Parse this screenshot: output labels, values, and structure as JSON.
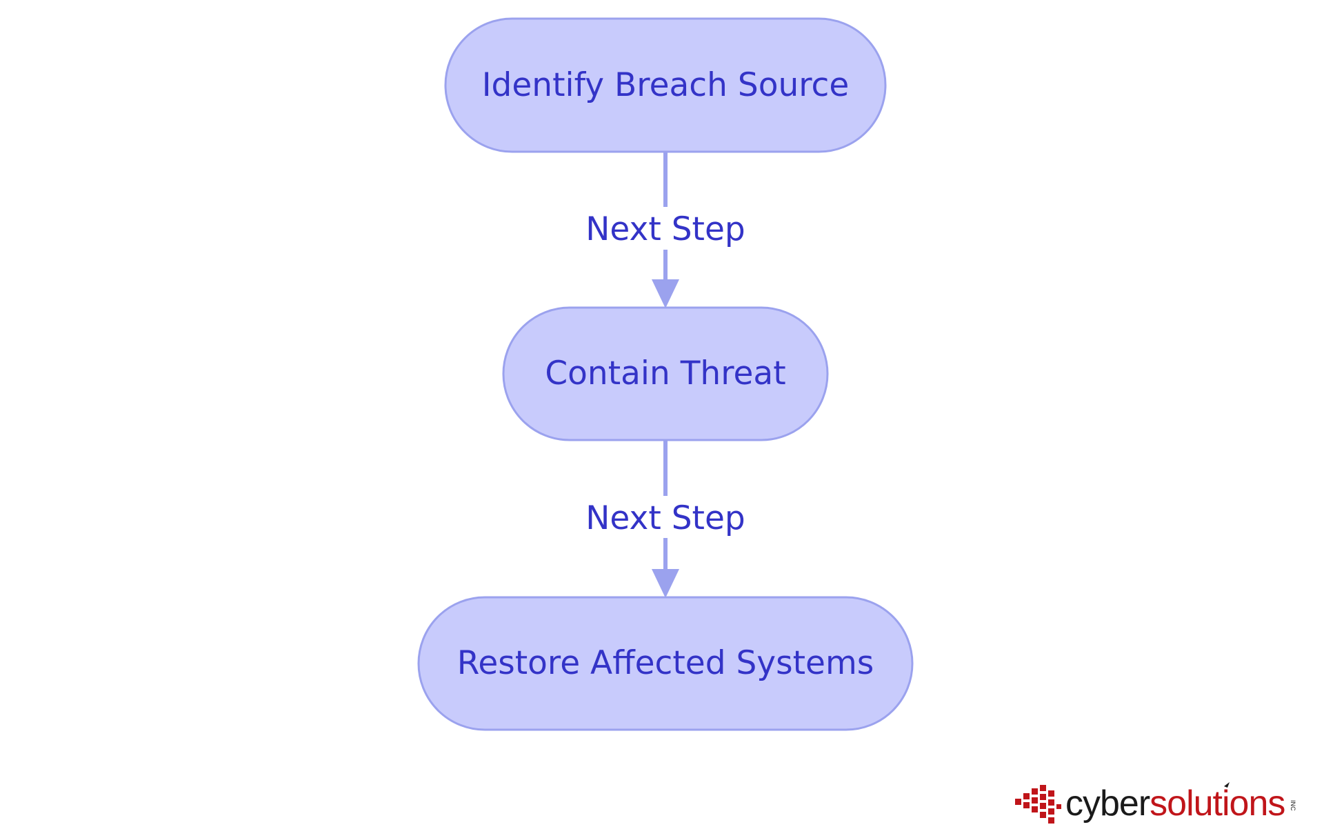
{
  "diagram": {
    "nodes": [
      {
        "id": "n1",
        "label": "Identify Breach Source"
      },
      {
        "id": "n2",
        "label": "Contain Threat"
      },
      {
        "id": "n3",
        "label": "Restore Affected Systems"
      }
    ],
    "edges": [
      {
        "from": "n1",
        "to": "n2",
        "label": "Next Step"
      },
      {
        "from": "n2",
        "to": "n3",
        "label": "Next Step"
      }
    ]
  },
  "logo": {
    "part1": "cyber",
    "part2": "solutions",
    "suffix": "INC",
    "color_part1": "#1a1a1a",
    "color_part2": "#c0151a"
  },
  "colors": {
    "node_fill": "#c8cbfc",
    "node_stroke": "#9ba2ee",
    "edge": "#9ba2ee",
    "text": "#3333c7"
  }
}
